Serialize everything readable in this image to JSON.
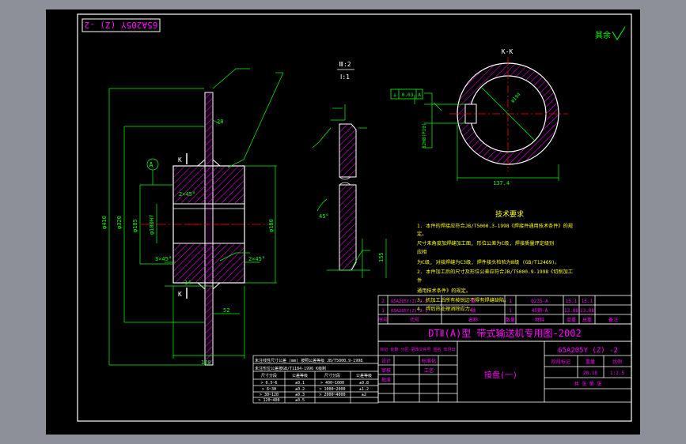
{
  "viewer": {
    "colors": {
      "background": "#000000",
      "outline": "#ffffff",
      "dimension": "#00ff00",
      "hatch": "#ff00ff",
      "centerline": "#ff0000",
      "note": "#ffff00",
      "chrome": "#8e9099"
    }
  },
  "drawing": {
    "stamp_code": "65A205Y (Z) -2",
    "roughness_note": "其余",
    "section_label": "K-K",
    "section_mark_a": "K",
    "section_mark_b": "K",
    "datum_label": "A",
    "detail_label_top": "Ⅲ:2",
    "detail_label_bottom": "Ⅰ:1",
    "tolerance_frame": [
      "⊥",
      "0.03",
      "A"
    ],
    "dims": {
      "outer_dia": "φ410",
      "dia_320": "φ320",
      "dia_185": "φ185",
      "dia_100": "φ100H7",
      "dia_180": "φ180",
      "hub_len": "120",
      "flange_th": "14",
      "flange_gap": "52",
      "chamfer_1": "2×45°",
      "chamfer_2": "3×45°",
      "chamfer_3": "2×45°",
      "bore_len": "28",
      "key_depth": "137.4",
      "key_width": "32H8(P10)",
      "angle_a": "45°",
      "weld_h": "155",
      "sec_dia": "φ194"
    },
    "tech_notes": {
      "title": "技术要求",
      "lines": [
        "1. 本件的焊接应符合JB/T5000.3-1998《焊接件通用技术条件》的规",
        "定。",
        "   尺寸未角度加焊缝加工面, 形位公差为C级, 焊接质量评定级别",
        "应相",
        "   为C级, 对接焊缝为C3级, 焊件接头检验为Ⅲ级 (GB/T12469)。",
        "2. 本件加工后的尺寸及形位公差应符合JB/T5000.9-1998《切削加工",
        "件",
        "通用技术条件》的规定。",
        "3. 机加工后所有棱锐边不得有焊缝缺陷。",
        "4. 焊后热处理消除应力。"
      ]
    },
    "general_tol": {
      "header_1": "未注线性尺寸公差 (mm) 按照公差等级 JB/T5000.9-1998",
      "header_2": "未注形位公差按GB/T1184-1996 K级制",
      "col_headers": [
        "尺寸分段",
        "公差等级",
        "尺寸分段",
        "公差等级"
      ],
      "rows": [
        [
          "> 0.5~6",
          "±0.1",
          "> 400~1000",
          "±0.8"
        ],
        [
          "> 6~30",
          "±0.2",
          "> 1000~2000",
          "±1.2"
        ],
        [
          "> 30~120",
          "±0.3",
          "> 2000~4000",
          "±2"
        ],
        [
          "> 120~400",
          "±0.5",
          "",
          ""
        ]
      ]
    },
    "parts_list": {
      "rows": [
        [
          "2",
          "65A205Y(Z)-2-2",
          "盘",
          "1",
          "Q235-A",
          "15.1",
          "15.1",
          ""
        ],
        [
          "1",
          "65A205Y(Z)-2-1",
          "轴",
          "1",
          "45钢-A",
          "13.08",
          "13.08",
          ""
        ]
      ],
      "headers": [
        "序号",
        "代号",
        "名称",
        "数量",
        "材料",
        "单重",
        "总重",
        "备注"
      ]
    },
    "title_block": {
      "banner": "DTⅡ(A)型  带式输送机专用图-2002",
      "drawing_no": "65A205Y (Z) -2",
      "part_name": "接盘(一)",
      "labels_left": [
        "标记",
        "处数",
        "分区",
        "更改文件号",
        "签名",
        "年月日"
      ],
      "roles": [
        "设计",
        "标准化",
        "审核",
        "工艺",
        "批准"
      ],
      "stage_label": "阶段标记",
      "weight_label": "重量",
      "scale_label": "比例",
      "weight": "28.18",
      "scale": "1:2.5",
      "sheet_label": "共  张  第  张"
    }
  }
}
